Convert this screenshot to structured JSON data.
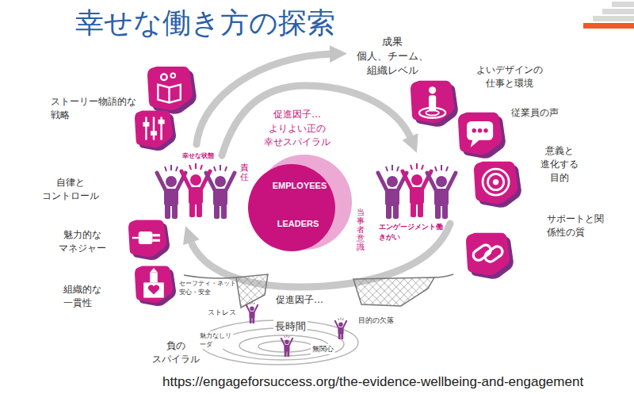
{
  "diagram": {
    "title": "幸せな働き方の探索",
    "nodes": [
      {
        "text": [
          "EMPLOYEES",
          "LEADERS"
        ]
      }
    ],
    "labels": [
      "成果 個人、チーム、 組織レベル",
      "よいデザインの 仕事と環境",
      "ストーリー物語的な 戦略",
      "従業員の声",
      "促進因子…",
      "よりよい正の 幸せスパイラル",
      "幸せな状態",
      "意義と 進化する 目的",
      "自律と コントロール",
      "責任",
      "エンゲージメント働 きがい",
      "サポートと関 係性の質",
      "当事者意識",
      "魅力的な マネジャー",
      "組織的な 一貫性",
      "セーフティ・ネット 安心・安全",
      "促進因子…",
      "ストレス",
      "長時間",
      "目的の欠落",
      "魅力なしリ ーダ",
      "負の スパイラル",
      "無関心",
      "https://engageforsuccess.org/the-evidence-wellbeing-and-engagement"
    ]
  }
}
